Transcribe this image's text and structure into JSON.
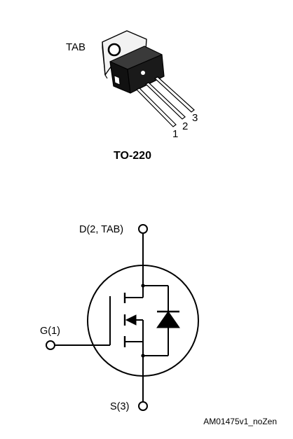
{
  "package": {
    "tab_label": "TAB",
    "pin_labels": [
      "1",
      "2",
      "3"
    ],
    "name": "TO-220"
  },
  "schematic": {
    "drain_label": "D(2, TAB)",
    "gate_label": "G(1)",
    "source_label": "S(3)"
  },
  "footer": {
    "code": "AM01475v1_noZen"
  },
  "colors": {
    "ink": "#000000",
    "package_body": "#1a1a1a",
    "tab_metal": "#f2f2f2"
  }
}
